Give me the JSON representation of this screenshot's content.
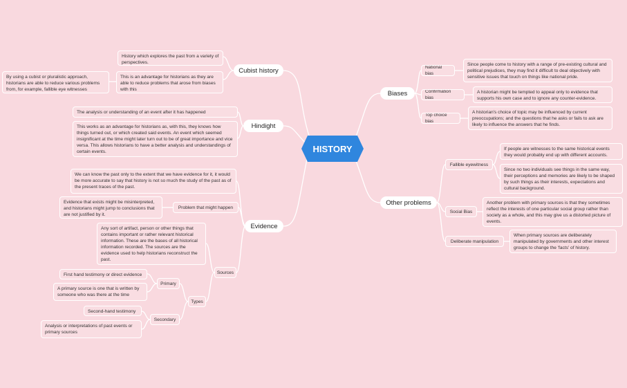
{
  "root": "HISTORY",
  "cubist": {
    "label": "Cubist history",
    "def": "History which explores the past from a variety of perspectives.",
    "adv": "This is an advantage for historians as they are able to reduce problems that arose from biases with this",
    "detail": "By using a cubist or pluralistic approach, historians are able to reduce various problems from, for example, fallible eye witnesses"
  },
  "hindsight": {
    "label": "Hindight",
    "def": "The analysis or understanding of an event after it has happened",
    "adv": "This works as an advantage for historians as, with this, they knows how things turned out, or which created said events. An event which seemed insignificant at the time might later turn out to be of great importance and vice versa. This allows historians to have a better analysis and understandings of certain events."
  },
  "evidence": {
    "label": "Evidence",
    "def": "We can know the past only to the extent that we have evidence for it, it would be more accurate to say that history is not so much the study of the past as of the present traces of the past.",
    "problem_label": "Problem that might happen",
    "problem": "Evidence that exists might be misinterpreted, and historians might jump to conclusions that are not justified by it.",
    "sources_label": "Sources",
    "sources": "Any sort of artifact, person or other things that contains important or rather relevant historical information. These are the bases of all historical information recorded. The sources are the evidence used to help historians reconstruct the past.",
    "types_label": "Types",
    "primary_label": "Primary",
    "primary_1": "First hand testimony or direct evidence",
    "primary_2": "A primary source is one that is written by someone who was there at the time",
    "secondary_label": "Secondary",
    "secondary_1": "Second-hand testimony",
    "secondary_2": "Analysis or interpretations of past events or primary sources"
  },
  "biases": {
    "label": "Biases",
    "national_label": "National bias",
    "national": "Since people come to history with a range of pre-existing cultural and political prejudices, they may find it difficult to deal objectively with sensitive issues that touch on things like national pride.",
    "confirmation_label": "Confirmation bias",
    "confirmation": "A historian might be tempted to appeal only to evidence that supports his own case and to ignore any counter-evidence.",
    "topchoice_label": "Top choice bias",
    "topchoice": "A historian's choice of topic may be influenced by current preoccupations; and the questions that he asks or fails to ask are likely to influence the answers that he finds."
  },
  "other": {
    "label": "Other problems",
    "fallible_label": "Fallible eyewitness",
    "fallible_1": "If people are witnesses to the same historical events they would probably end up with  different accounts.",
    "fallible_2": "Since no two individuals see things in the same way, their perceptions and memories are likely to be shaped by such things as their interests, expectations and cultural background.",
    "social_label": "Social Bias",
    "social": "Another problem with primary sources is that they sometimes reflect the interests of one particular social group rather than society as a whole, and this may give us a distorted picture of events.",
    "manipulation_label": "Deliberate manipulation",
    "manipulation": "When primary sources are deliberately manipulated by governments and other interest groups to change the 'facts' of history."
  }
}
